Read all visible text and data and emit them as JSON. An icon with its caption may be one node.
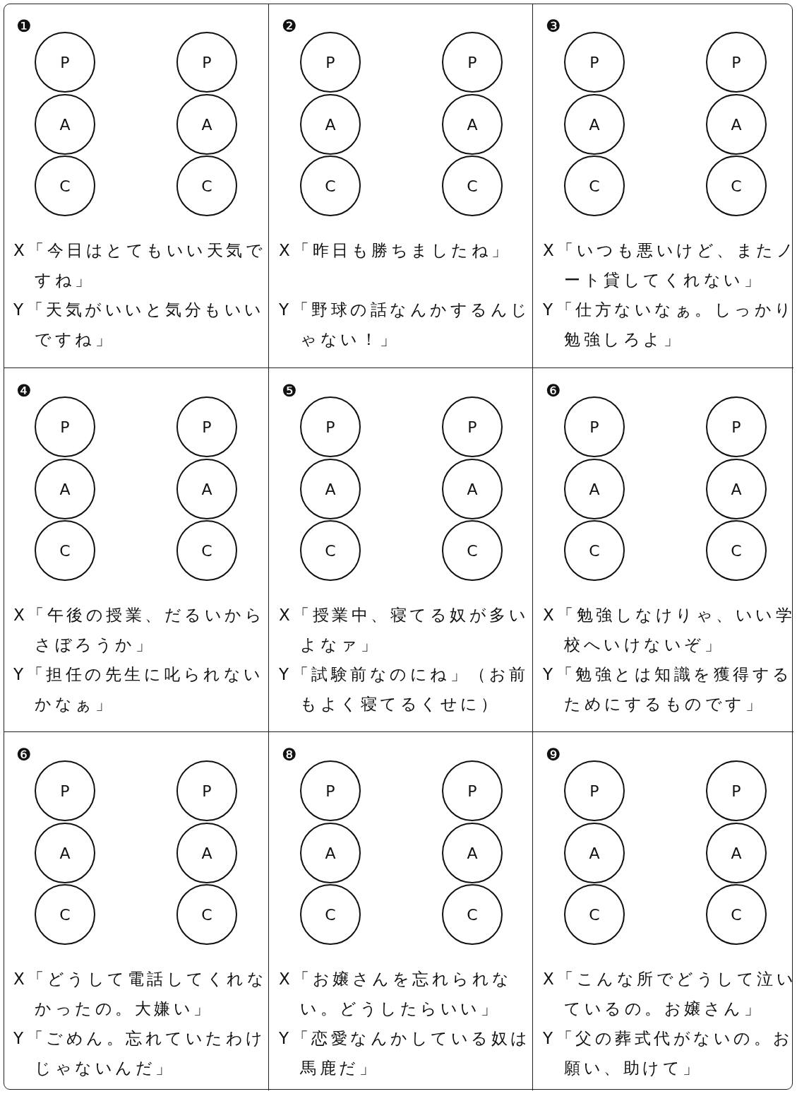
{
  "diagram": {
    "nodes": [
      {
        "text": [
          "❶",
          "X「今日はとてもいい天気ですね」",
          "Y「天気がいいと気分もいいですね」"
        ]
      },
      {
        "text": [
          "P"
        ],
        "in": 0
      },
      {
        "text": [
          "A"
        ],
        "in": 0
      },
      {
        "text": [
          "C"
        ],
        "in": 0
      },
      {
        "text": [
          "P"
        ],
        "in": 0
      },
      {
        "text": [
          "A"
        ],
        "in": 0
      },
      {
        "text": [
          "C"
        ],
        "in": 0
      },
      {
        "text": [
          "❷",
          "X「昨日も勝ちましたね」",
          "Y「野球の話なんかするんじゃない！」"
        ]
      },
      {
        "text": [
          "P"
        ],
        "in": 7
      },
      {
        "text": [
          "A"
        ],
        "in": 7
      },
      {
        "text": [
          "C"
        ],
        "in": 7
      },
      {
        "text": [
          "P"
        ],
        "in": 7
      },
      {
        "text": [
          "A"
        ],
        "in": 7
      },
      {
        "text": [
          "C"
        ],
        "in": 7
      },
      {
        "text": [
          "❸",
          "X「いつも悪いけど、またノート貸してくれない」",
          "Y「仕方ないなぁ。しっかり勉強しろよ」"
        ]
      },
      {
        "text": [
          "P"
        ],
        "in": 14
      },
      {
        "text": [
          "A"
        ],
        "in": 14
      },
      {
        "text": [
          "C"
        ],
        "in": 14
      },
      {
        "text": [
          "P"
        ],
        "in": 14
      },
      {
        "text": [
          "A"
        ],
        "in": 14
      },
      {
        "text": [
          "C"
        ],
        "in": 14
      },
      {
        "text": [
          "❹",
          "X「午後の授業、だるいからさぼろうか」",
          "Y「担任の先生に叱られないかなぁ」"
        ]
      },
      {
        "text": [
          "P"
        ],
        "in": 21
      },
      {
        "text": [
          "A"
        ],
        "in": 21
      },
      {
        "text": [
          "C"
        ],
        "in": 21
      },
      {
        "text": [
          "P"
        ],
        "in": 21
      },
      {
        "text": [
          "A"
        ],
        "in": 21
      },
      {
        "text": [
          "C"
        ],
        "in": 21
      },
      {
        "text": [
          "❺",
          "X「授業中、寝てる奴が多いよなァ」",
          "Y「試験前なのにね」（お前もよく寝てるくせに）"
        ]
      },
      {
        "text": [
          "P"
        ],
        "in": 28
      },
      {
        "text": [
          "A"
        ],
        "in": 28
      },
      {
        "text": [
          "C"
        ],
        "in": 28
      },
      {
        "text": [
          "P"
        ],
        "in": 28
      },
      {
        "text": [
          "A"
        ],
        "in": 28
      },
      {
        "text": [
          "C"
        ],
        "in": 28
      },
      {
        "text": [
          "❻",
          "X「勉強しなけりゃ、いい学校へいけないぞ」",
          "Y「勉強とは知識を獲得するためにするものです」"
        ]
      },
      {
        "text": [
          "P"
        ],
        "in": 35
      },
      {
        "text": [
          "A"
        ],
        "in": 35
      },
      {
        "text": [
          "C"
        ],
        "in": 35
      },
      {
        "text": [
          "P"
        ],
        "in": 35
      },
      {
        "text": [
          "A"
        ],
        "in": 35
      },
      {
        "text": [
          "C"
        ],
        "in": 35
      },
      {
        "text": [
          "❻",
          "X「どうして電話してくれなかったの。大嫌い」",
          "Y「ごめん。忘れていたわけじゃないんだ」"
        ]
      },
      {
        "text": [
          "P"
        ],
        "in": 42
      },
      {
        "text": [
          "A"
        ],
        "in": 42
      },
      {
        "text": [
          "C"
        ],
        "in": 42
      },
      {
        "text": [
          "P"
        ],
        "in": 42
      },
      {
        "text": [
          "A"
        ],
        "in": 42
      },
      {
        "text": [
          "C"
        ],
        "in": 42
      },
      {
        "text": [
          "❽",
          "X「お嬢さんを忘れられない。どうしたらいい」",
          "Y「恋愛なんかしている奴は馬鹿だ」"
        ]
      },
      {
        "text": [
          "P"
        ],
        "in": 49
      },
      {
        "text": [
          "A"
        ],
        "in": 49
      },
      {
        "text": [
          "C"
        ],
        "in": 49
      },
      {
        "text": [
          "P"
        ],
        "in": 49
      },
      {
        "text": [
          "A"
        ],
        "in": 49
      },
      {
        "text": [
          "C"
        ],
        "in": 49
      },
      {
        "text": [
          "❾",
          "X「こんな所でどうして泣いているの。お嬢さん」",
          "Y「父の葬式代がないの。お願い、助けて」"
        ]
      },
      {
        "text": [
          "P"
        ],
        "in": 56
      },
      {
        "text": [
          "A"
        ],
        "in": 56
      },
      {
        "text": [
          "C"
        ],
        "in": 56
      },
      {
        "text": [
          "P"
        ],
        "in": 56
      },
      {
        "text": [
          "A"
        ],
        "in": 56
      },
      {
        "text": [
          "C"
        ],
        "in": 56
      }
    ]
  }
}
